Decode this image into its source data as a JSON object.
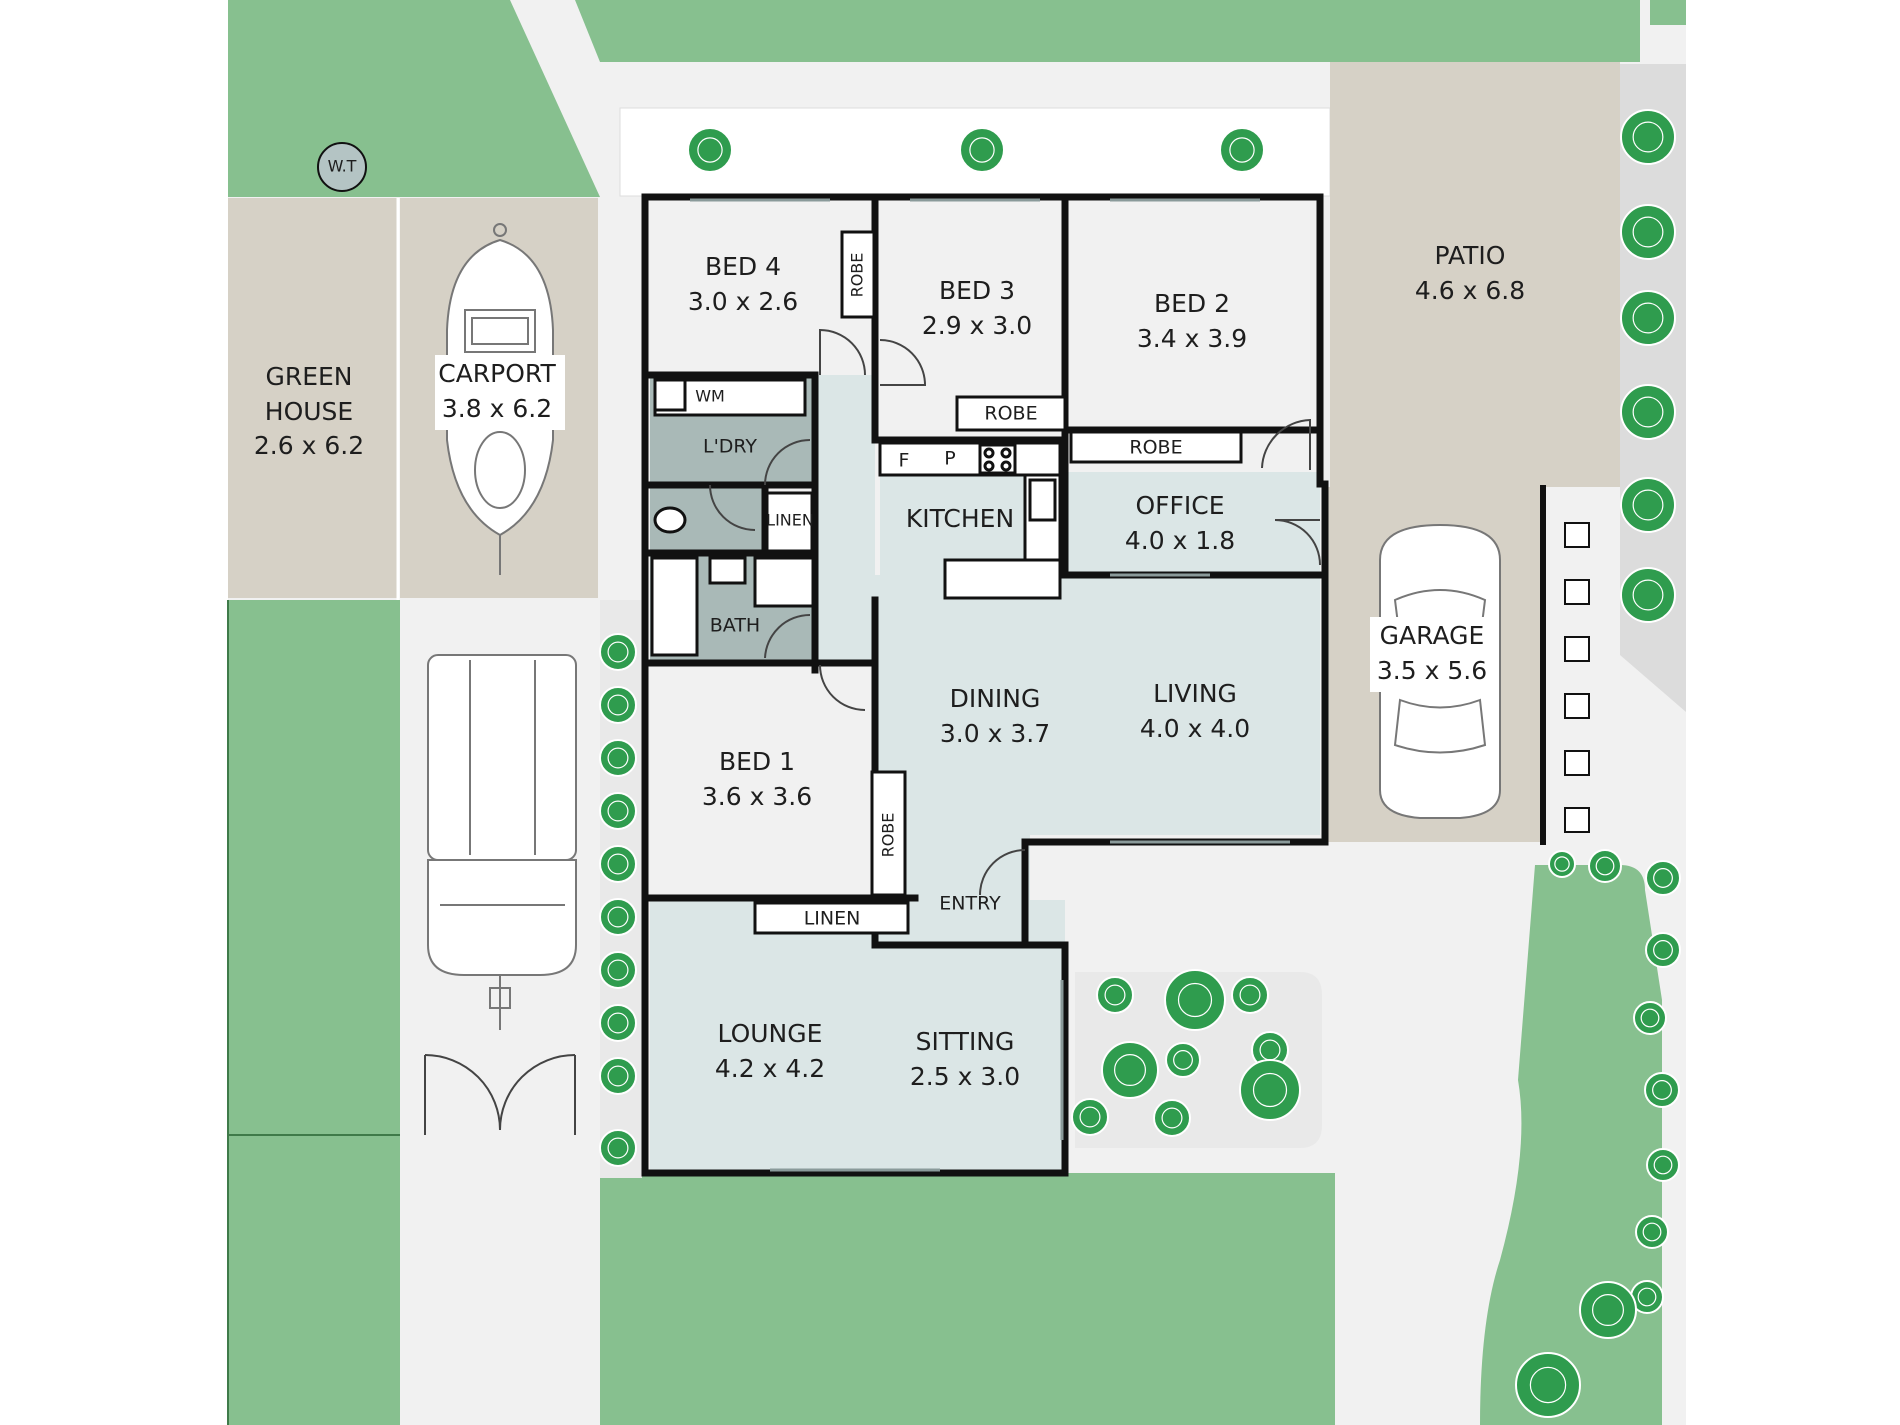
{
  "colors": {
    "lawn": "#87c08f",
    "paving": "#f1f1f1",
    "outdoor_floor": "#d6d1c6",
    "interior": "#f1f1f1",
    "living_zone": "#dbe6e6",
    "wet_area": "#a9b9b7",
    "wall": "#111111",
    "tree_fill": "#2f9c4e",
    "tree_stroke": "#ffffff",
    "tank_fill": "#b4c4c4"
  },
  "features": {
    "water_tank": "W.T"
  },
  "fixtures": {
    "washing_machine": "WM",
    "fridge": "F",
    "pantry": "P"
  },
  "rooms": {
    "bed4": {
      "name": "BED 4",
      "size": "3.0 x 2.6"
    },
    "bed3": {
      "name": "BED 3",
      "size": "2.9 x 3.0"
    },
    "bed2": {
      "name": "BED 2",
      "size": "3.4 x 3.9"
    },
    "patio": {
      "name": "PATIO",
      "size": "4.6 x 6.8"
    },
    "green_house": {
      "name": "GREEN\nHOUSE",
      "line1": "GREEN",
      "line2": "HOUSE",
      "size": "2.6 x 6.2"
    },
    "carport": {
      "name": "CARPORT",
      "size": "3.8 x 6.2"
    },
    "laundry": {
      "name": "L'DRY"
    },
    "kitchen": {
      "name": "KITCHEN"
    },
    "office": {
      "name": "OFFICE",
      "size": "4.0 x 1.8"
    },
    "bath": {
      "name": "BATH"
    },
    "garage": {
      "name": "GARAGE",
      "size": "3.5 x 5.6"
    },
    "dining": {
      "name": "DINING",
      "size": "3.0 x 3.7"
    },
    "living": {
      "name": "LIVING",
      "size": "4.0 x 4.0"
    },
    "bed1": {
      "name": "BED 1",
      "size": "3.6 x 3.6"
    },
    "entry": {
      "name": "ENTRY"
    },
    "lounge": {
      "name": "LOUNGE",
      "size": "4.2 x 4.2"
    },
    "sitting": {
      "name": "SITTING",
      "size": "2.5 x 3.0"
    }
  },
  "storage": {
    "robe_bed4": "ROBE",
    "robe_bed3": "ROBE",
    "robe_bed2": "ROBE",
    "robe_bed1": "ROBE",
    "linen_hall": "LINEN",
    "linen_lounge": "LINEN"
  }
}
